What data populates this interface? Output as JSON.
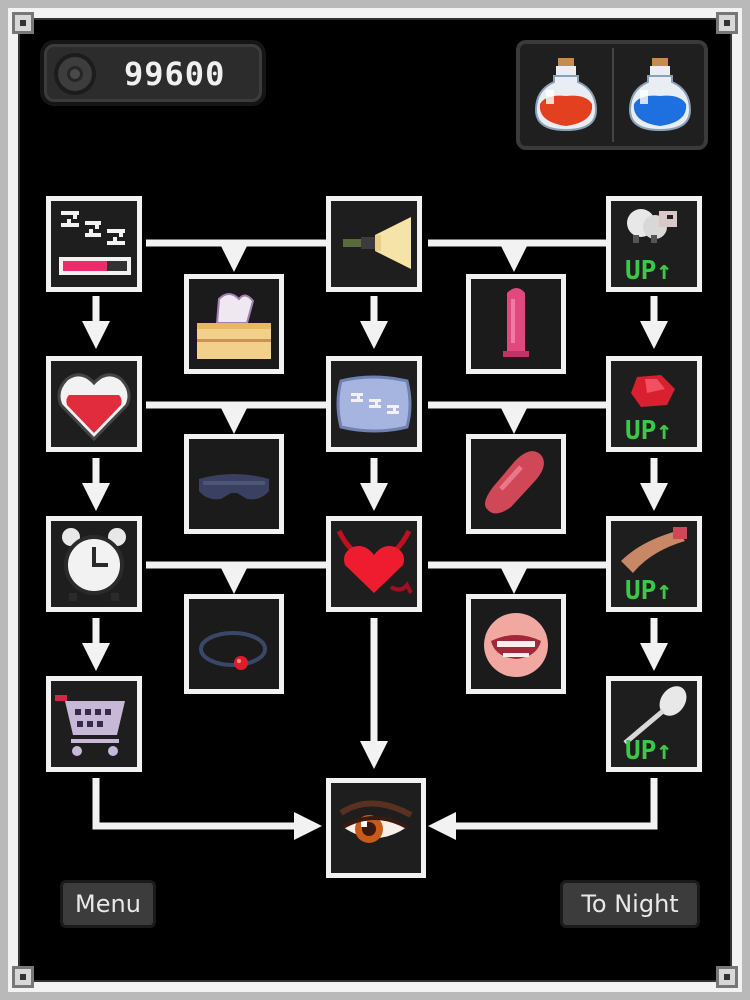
{
  "hud": {
    "currency_amount": "99600",
    "currency_icon": "coin-icon",
    "potions": [
      {
        "name": "red-potion-icon",
        "color": "#e2401f"
      },
      {
        "name": "blue-potion-icon",
        "color": "#1e6fe0"
      }
    ]
  },
  "tree": {
    "up_label": "UP↑",
    "nodes": [
      {
        "id": "sleep",
        "icon": "sleep-energy-icon"
      },
      {
        "id": "flashlight",
        "icon": "flashlight-icon"
      },
      {
        "id": "sheep",
        "icon": "sheep-upgrade-icon",
        "upgrade": true
      },
      {
        "id": "tissue",
        "icon": "tissue-box-icon"
      },
      {
        "id": "condom",
        "icon": "condom-icon"
      },
      {
        "id": "heart",
        "icon": "heart-meter-icon"
      },
      {
        "id": "pillow",
        "icon": "sleep-pillow-icon"
      },
      {
        "id": "gem",
        "icon": "red-gem-upgrade-icon",
        "upgrade": true
      },
      {
        "id": "blindfold",
        "icon": "blindfold-icon"
      },
      {
        "id": "capsule",
        "icon": "capsule-icon"
      },
      {
        "id": "alarm",
        "icon": "alarm-clock-icon"
      },
      {
        "id": "devil-heart",
        "icon": "devil-heart-icon"
      },
      {
        "id": "arm",
        "icon": "arm-upgrade-icon",
        "upgrade": true
      },
      {
        "id": "gag",
        "icon": "ball-gag-icon"
      },
      {
        "id": "mouth",
        "icon": "mouth-icon"
      },
      {
        "id": "cart",
        "icon": "shop-cart-icon"
      },
      {
        "id": "spoon",
        "icon": "spoon-upgrade-icon",
        "upgrade": true
      },
      {
        "id": "eye",
        "icon": "eye-icon"
      }
    ]
  },
  "buttons": {
    "menu": "Menu",
    "to_night": "To Night"
  },
  "colors": {
    "frame": "#f2f2f2",
    "background": "#000000",
    "upgrade_text": "#3ec84a",
    "connector": "#f2f2f2"
  }
}
